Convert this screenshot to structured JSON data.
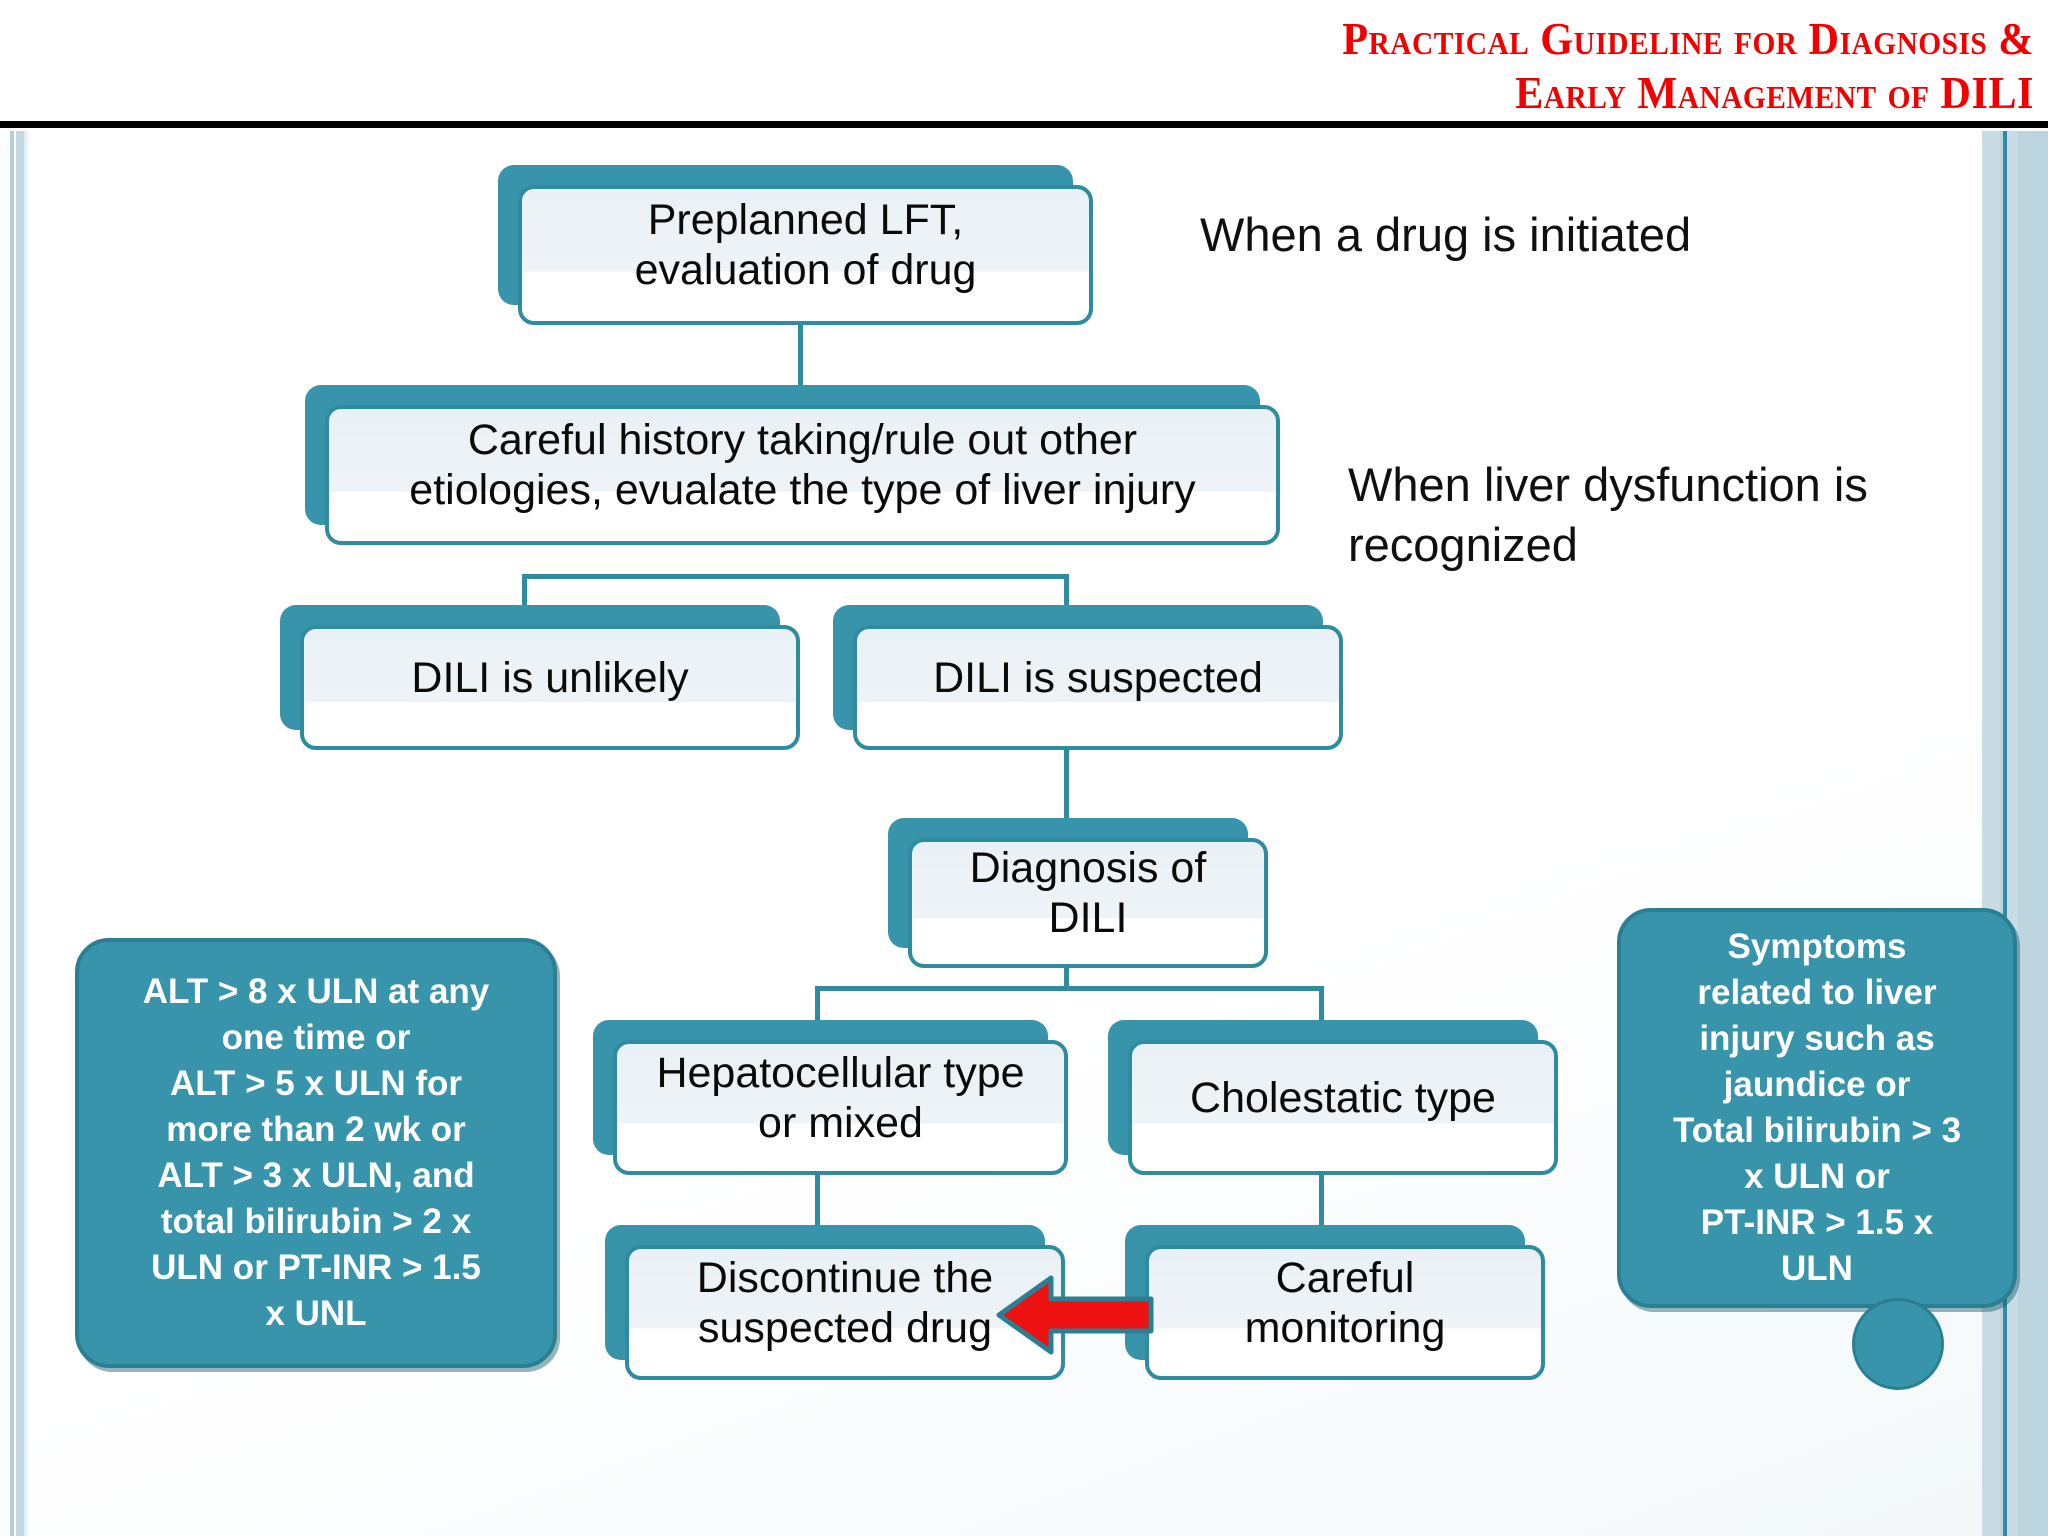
{
  "header": {
    "title": "Practical Guideline for Diagnosis &\nEarly Management of DILI",
    "title_color": "#f20000"
  },
  "theme": {
    "box_fill": "#eef3f7",
    "box_border": "#2f8ba0",
    "box_shadow": "#3794ab",
    "callout_fill": "#3794ab",
    "callout_text": "#ffffff",
    "arrow_fill": "#ee1111",
    "arrow_outline": "#2b7f93",
    "connector": "#2f8ba0"
  },
  "flow": {
    "nodes": [
      {
        "id": "preplanned-lft",
        "label": "Preplanned LFT,\nevaluation of drug"
      },
      {
        "id": "careful-history",
        "label": "Careful history taking/rule out other\netiologies, evualate the type of liver injury"
      },
      {
        "id": "dili-unlikely",
        "label": "DILI is unlikely"
      },
      {
        "id": "dili-suspected",
        "label": "DILI is suspected"
      },
      {
        "id": "diagnosis-dili",
        "label": "Diagnosis of\nDILI"
      },
      {
        "id": "hepatocellular",
        "label": "Hepatocellular type\nor mixed"
      },
      {
        "id": "cholestatic",
        "label": "Cholestatic type"
      },
      {
        "id": "discontinue",
        "label": "Discontinue the\nsuspected drug"
      },
      {
        "id": "monitoring",
        "label": "Careful\nmonitoring"
      }
    ]
  },
  "notes": [
    {
      "id": "note-drug-initiated",
      "text": "When a drug is initiated"
    },
    {
      "id": "note-liver-dysfunction",
      "text": "When liver dysfunction is\nrecognized"
    }
  ],
  "callouts": [
    {
      "id": "alt-criteria",
      "text": "ALT > 8 x ULN at any\none time or\nALT > 5 x ULN for\nmore than 2 wk  or\nALT > 3 x ULN, and\ntotal bilirubin > 2 x\nULN or PT-INR > 1.5\nx UNL"
    },
    {
      "id": "symptoms-criteria",
      "text": "Symptoms\nrelated to liver\ninjury such as\njaundice or\nTotal bilirubin > 3\nx ULN or\nPT-INR > 1.5 x\nULN"
    }
  ]
}
